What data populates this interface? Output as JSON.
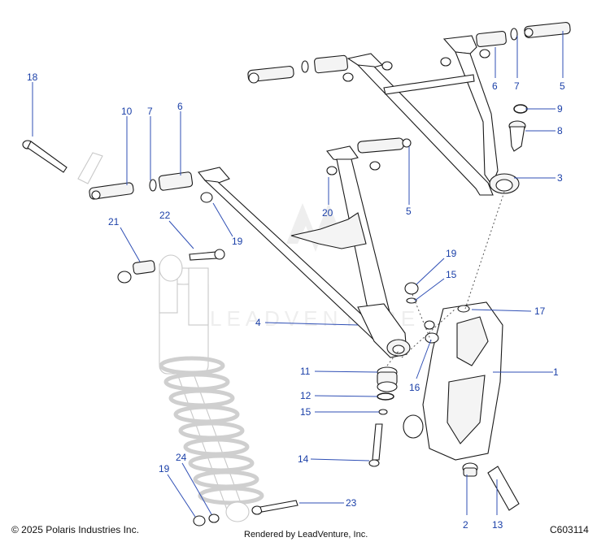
{
  "footer": {
    "copyright": "© 2025 Polaris Industries Inc.",
    "rendered_by": "Rendered by LeadVenture, Inc.",
    "diagram_id": "C603114"
  },
  "watermark": "LEADVENTURE",
  "callouts": [
    {
      "id": "c-18",
      "num": "18"
    },
    {
      "id": "c-10",
      "num": "10"
    },
    {
      "id": "c-7a",
      "num": "7"
    },
    {
      "id": "c-6a",
      "num": "6"
    },
    {
      "id": "c-6b",
      "num": "6"
    },
    {
      "id": "c-7b",
      "num": "7"
    },
    {
      "id": "c-5a",
      "num": "5"
    },
    {
      "id": "c-9",
      "num": "9"
    },
    {
      "id": "c-8",
      "num": "8"
    },
    {
      "id": "c-3",
      "num": "3"
    },
    {
      "id": "c-20",
      "num": "20"
    },
    {
      "id": "c-5b",
      "num": "5"
    },
    {
      "id": "c-21",
      "num": "21"
    },
    {
      "id": "c-22",
      "num": "22"
    },
    {
      "id": "c-19a",
      "num": "19"
    },
    {
      "id": "c-19b",
      "num": "19"
    },
    {
      "id": "c-15a",
      "num": "15"
    },
    {
      "id": "c-17",
      "num": "17"
    },
    {
      "id": "c-4",
      "num": "4"
    },
    {
      "id": "c-11",
      "num": "11"
    },
    {
      "id": "c-1",
      "num": "1"
    },
    {
      "id": "c-16",
      "num": "16"
    },
    {
      "id": "c-12",
      "num": "12"
    },
    {
      "id": "c-15b",
      "num": "15"
    },
    {
      "id": "c-14",
      "num": "14"
    },
    {
      "id": "c-24",
      "num": "24"
    },
    {
      "id": "c-19c",
      "num": "19"
    },
    {
      "id": "c-23",
      "num": "23"
    },
    {
      "id": "c-2",
      "num": "2"
    },
    {
      "id": "c-13",
      "num": "13"
    }
  ],
  "colors": {
    "callout": "#1a3fa8",
    "leader": "#2f4fb5",
    "line": "#1a1a1a",
    "watermark": "#d9d9d9"
  }
}
